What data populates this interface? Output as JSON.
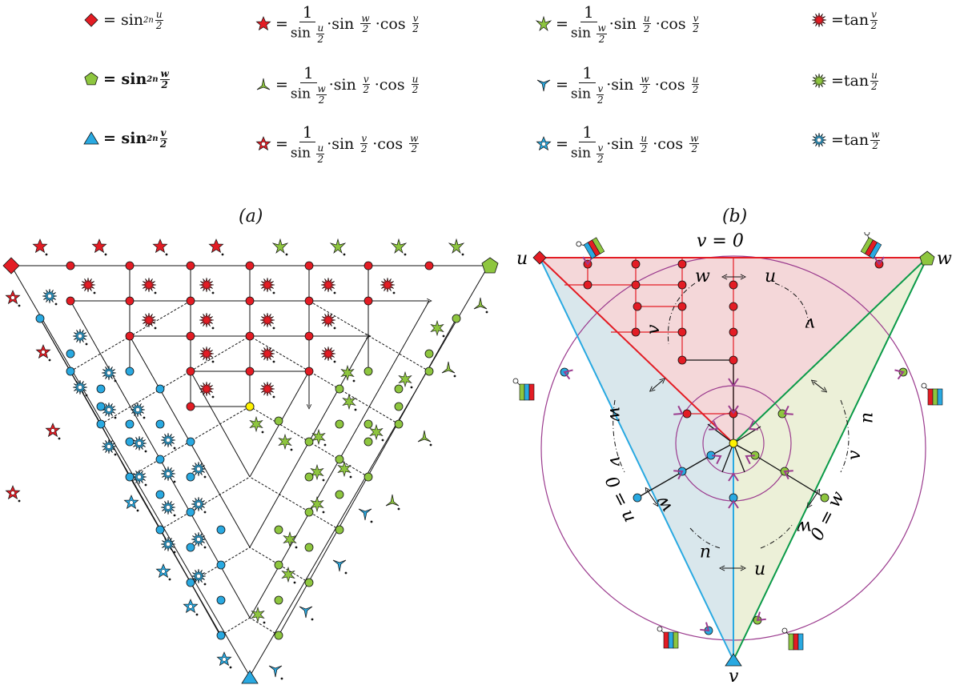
{
  "panels": {
    "a": "(a)",
    "b": "(b)"
  },
  "legend": {
    "eq": "=",
    "one": "1",
    "sin": "sin",
    "cos": "cos",
    "tan": "tan",
    "dot": "·",
    "two": "2",
    "exp": "2n",
    "u": "u",
    "v": "v",
    "w": "w"
  },
  "diagram_b": {
    "v_eq_0": "v = 0",
    "u_eq_0": "0 = u",
    "w_eq_0": "0 = w",
    "corner_u": "u",
    "corner_v": "v",
    "corner_w": "w",
    "inner": {
      "top_w": "w",
      "top_u": "u",
      "top_v": "v",
      "top_v2": "v",
      "left_w": "w",
      "left_v": "v",
      "right_u": "u",
      "right_v": "v",
      "bot_w": "w",
      "bot_u": "u",
      "bot_u2": "u",
      "bot_w2": "w"
    }
  },
  "colors": {
    "red": "#e31c24",
    "green": "#8ec63f",
    "blue": "#29a9e1",
    "yellow": "#fff200",
    "purple": "#9b3b8e",
    "red_fill": "#f4d7d9",
    "blue_fill": "#d9e7ec",
    "green_fill": "#ecf0d8"
  }
}
